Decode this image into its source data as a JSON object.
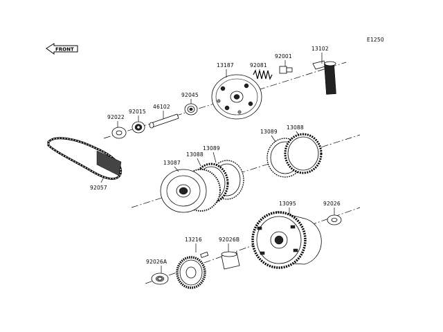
{
  "diagram": {
    "code": "E1250",
    "front_label": "FRONT",
    "labels": {
      "p13102": "13102",
      "p92001": "92001",
      "p92081": "92081",
      "p13187": "13187",
      "p92045": "92045",
      "p46102": "46102",
      "p92015": "92015",
      "p92022": "92022",
      "p13089a": "13089",
      "p13088a": "13088",
      "p13089b": "13089",
      "p13088b": "13088",
      "p13087": "13087",
      "p92057": "92057",
      "p13095": "13095",
      "p92026": "92026",
      "p13216": "13216",
      "p92026b": "92026B",
      "p92026a": "92026A"
    }
  }
}
